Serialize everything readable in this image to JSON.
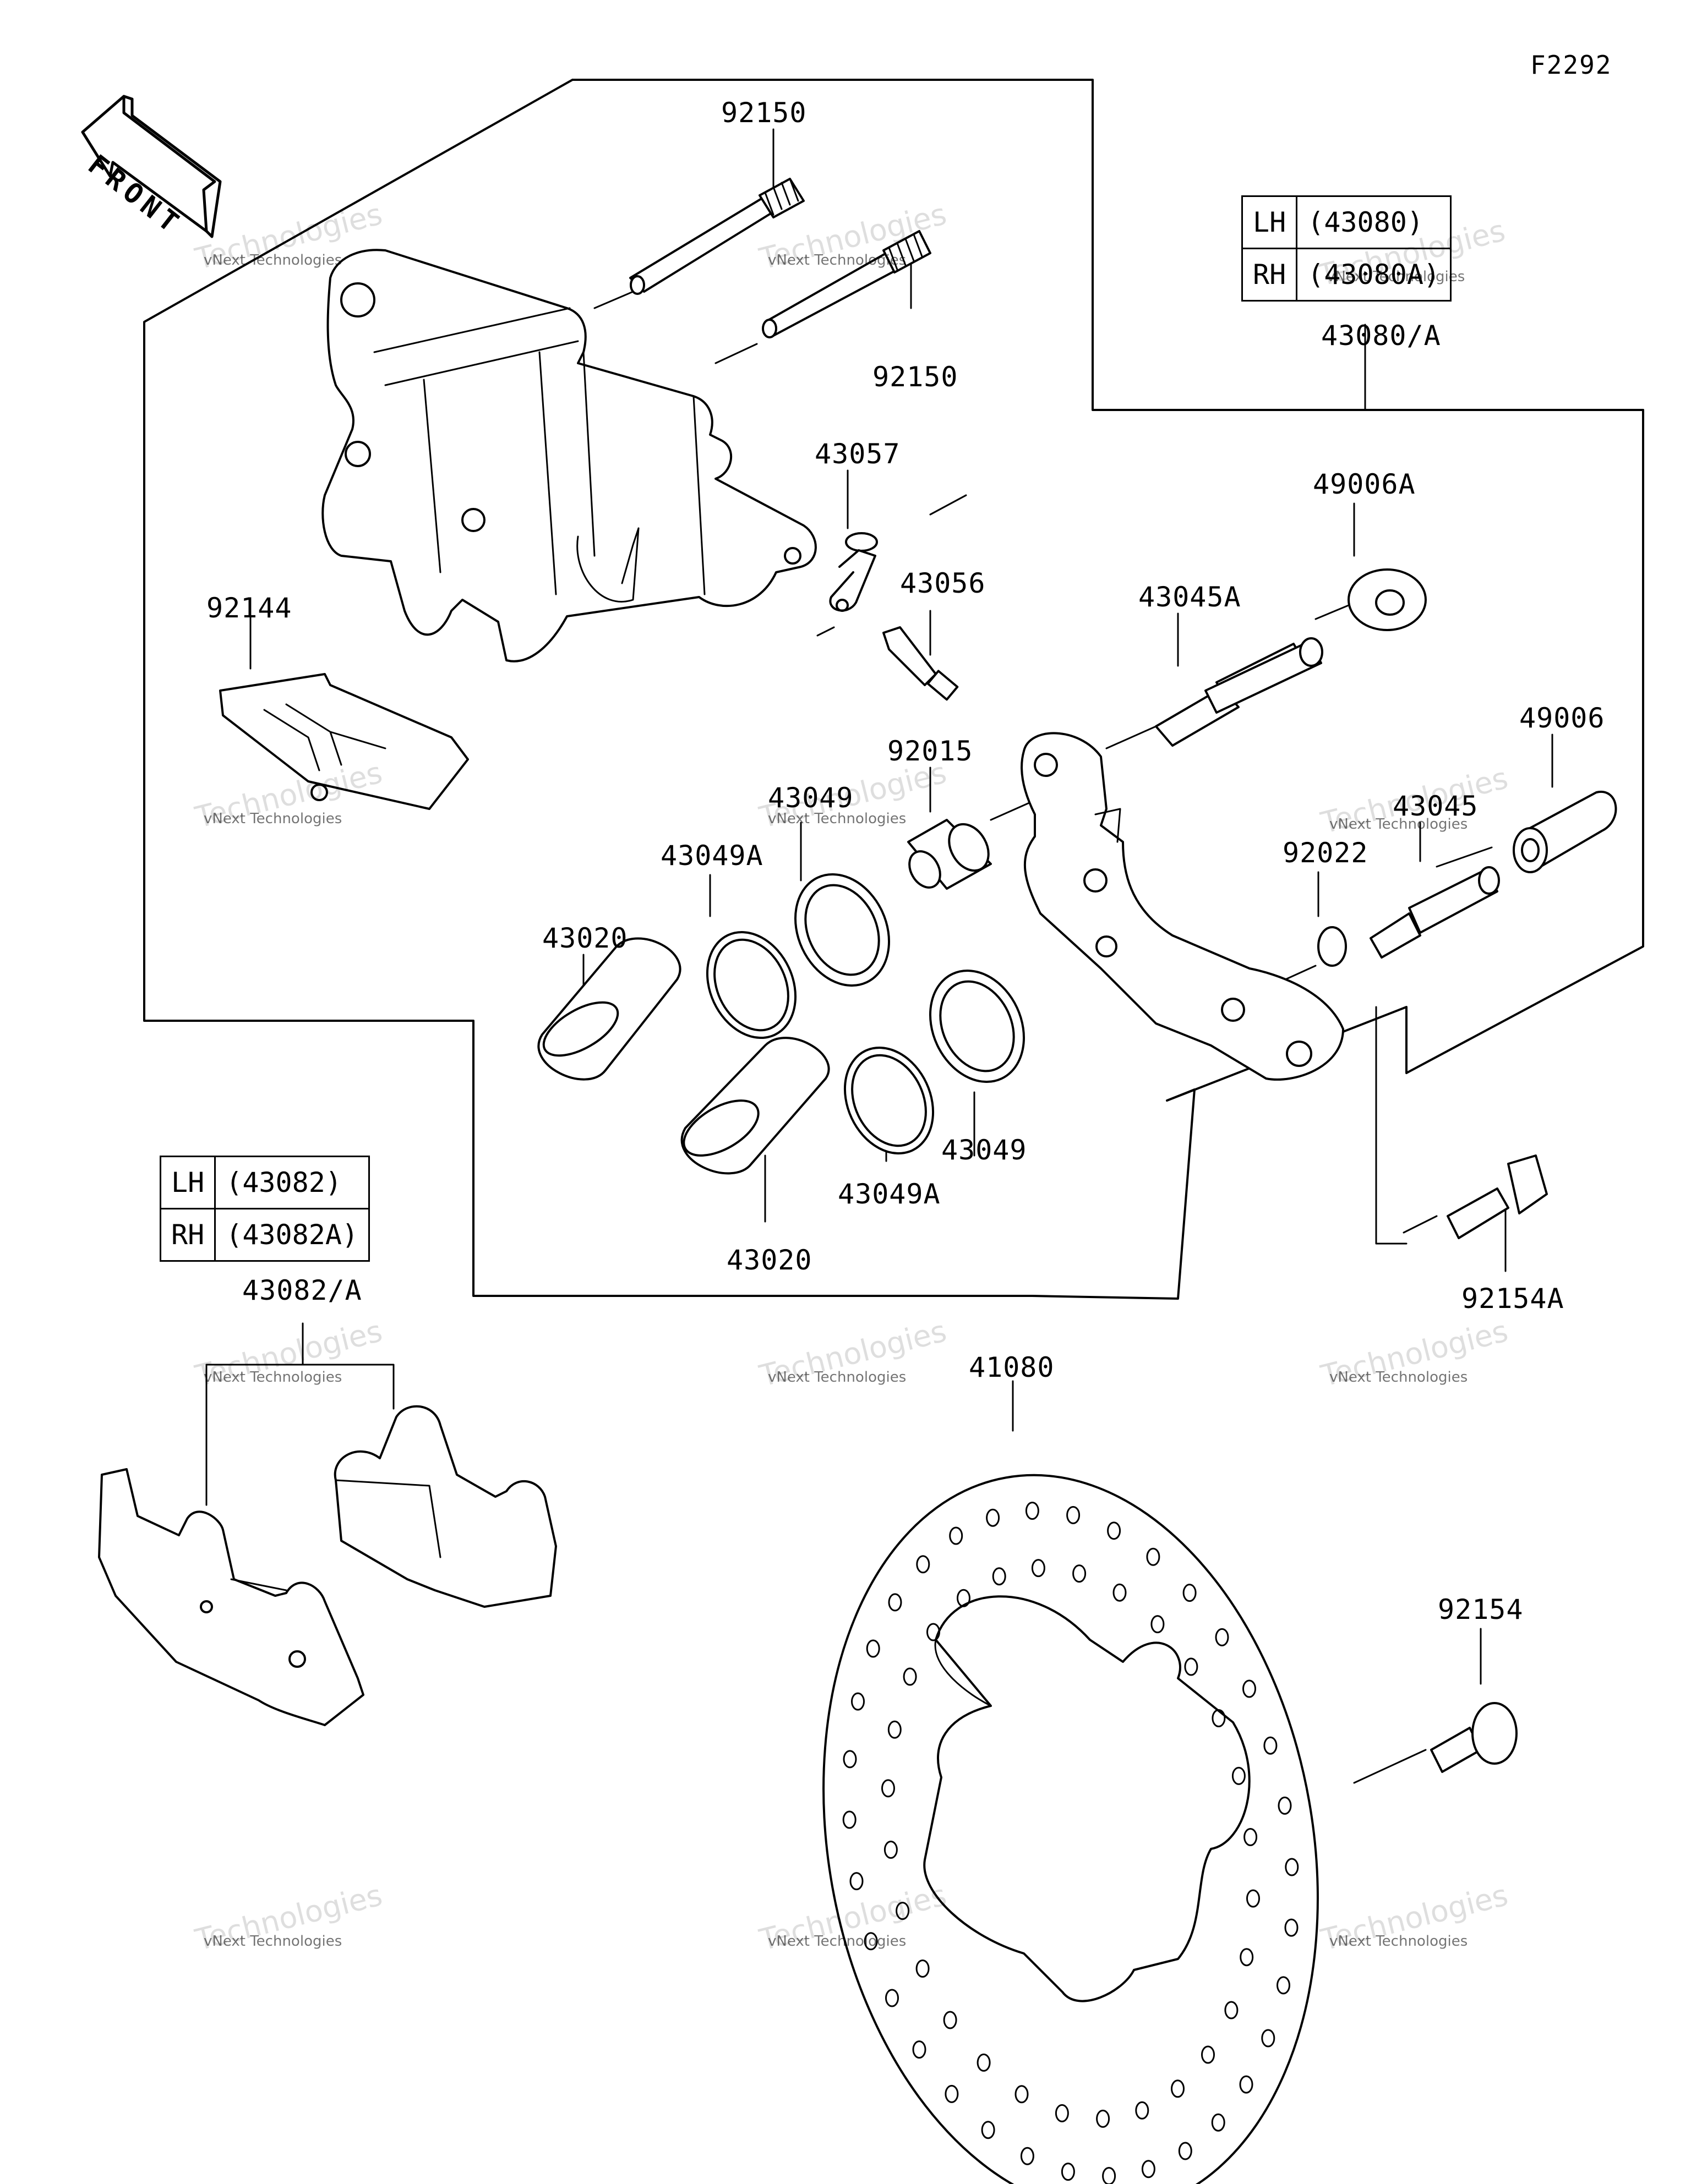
{
  "figure_code": "F2292",
  "front_arrow_text": "FRONT",
  "watermark": {
    "line1": "vNext Technologies",
    "line2": "Technologies",
    "line3": "vNext"
  },
  "variant_tables": {
    "caliper": {
      "rows": [
        {
          "side": "LH",
          "part": "(43080)"
        },
        {
          "side": "RH",
          "part": "(43080A)"
        }
      ]
    },
    "pads": {
      "rows": [
        {
          "side": "LH",
          "part": "(43082)"
        },
        {
          "side": "RH",
          "part": "(43082A)"
        }
      ]
    }
  },
  "labels": {
    "p92150_top": "92150",
    "p92150_bottom": "92150",
    "p43080": "43080/A",
    "p43057": "43057",
    "p43056": "43056",
    "p49006A": "49006A",
    "p43045A": "43045A",
    "p92144": "92144",
    "p92015": "92015",
    "p43049_upper": "43049",
    "p49006": "49006",
    "p43049A_upper": "43049A",
    "p43045": "43045",
    "p92022": "92022",
    "p43020_upper": "43020",
    "p43049_lower": "43049",
    "p43049A_lower": "43049A",
    "p43020_lower": "43020",
    "p92154A": "92154A",
    "p43082": "43082/A",
    "p41080": "41080",
    "p92154": "92154"
  }
}
